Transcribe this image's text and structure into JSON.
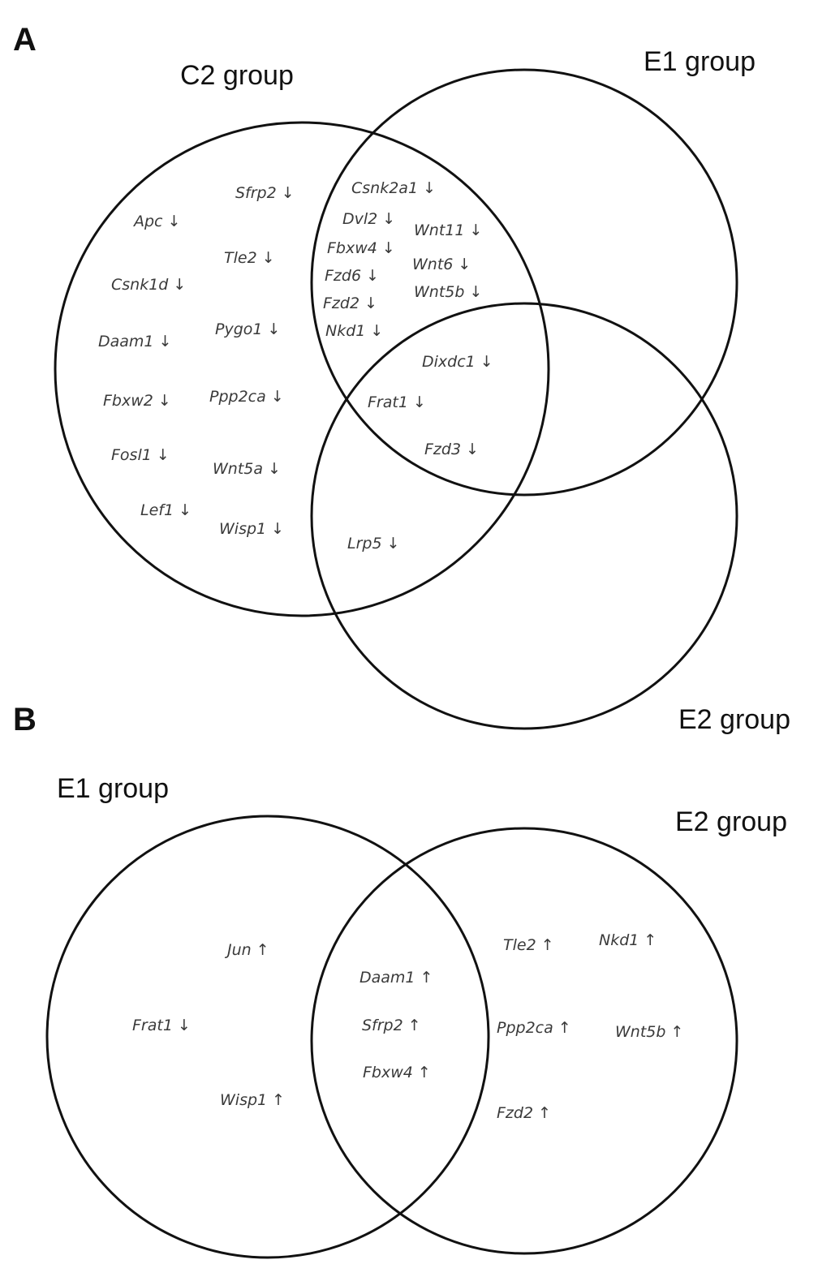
{
  "panels": [
    {
      "label": "A",
      "groups": [
        "C2 group",
        "E1 group",
        "E2 group"
      ],
      "genes": [
        {
          "name": "Sfrp2",
          "dir": "↓"
        },
        {
          "name": "Apc",
          "dir": "↓"
        },
        {
          "name": "Tle2",
          "dir": "↓"
        },
        {
          "name": "Csnk1d",
          "dir": "↓"
        },
        {
          "name": "Daam1",
          "dir": "↓"
        },
        {
          "name": "Pygo1",
          "dir": "↓"
        },
        {
          "name": "Fbxw2",
          "dir": "↓"
        },
        {
          "name": "Ppp2ca",
          "dir": "↓"
        },
        {
          "name": "Fosl1",
          "dir": "↓"
        },
        {
          "name": "Wnt5a",
          "dir": "↓"
        },
        {
          "name": "Lef1",
          "dir": "↓"
        },
        {
          "name": "Wisp1",
          "dir": "↓"
        },
        {
          "name": "Csnk2a1",
          "dir": "↓"
        },
        {
          "name": "Dvl2",
          "dir": "↓"
        },
        {
          "name": "Wnt11",
          "dir": "↓"
        },
        {
          "name": "Fbxw4",
          "dir": "↓"
        },
        {
          "name": "Wnt6",
          "dir": "↓"
        },
        {
          "name": "Fzd6",
          "dir": "↓"
        },
        {
          "name": "Wnt5b",
          "dir": "↓"
        },
        {
          "name": "Fzd2",
          "dir": "↓"
        },
        {
          "name": "Nkd1",
          "dir": "↓"
        },
        {
          "name": "Dixdc1",
          "dir": "↓"
        },
        {
          "name": "Frat1",
          "dir": "↓"
        },
        {
          "name": "Fzd3",
          "dir": "↓"
        },
        {
          "name": "Lrp5",
          "dir": "↓"
        }
      ]
    },
    {
      "label": "B",
      "groups": [
        "E1 group",
        "E2 group"
      ],
      "genes": [
        {
          "name": "Jun",
          "dir": "↑"
        },
        {
          "name": "Frat1",
          "dir": "↓"
        },
        {
          "name": "Wisp1",
          "dir": "↑"
        },
        {
          "name": "Daam1",
          "dir": "↑"
        },
        {
          "name": "Sfrp2",
          "dir": "↑"
        },
        {
          "name": "Fbxw4",
          "dir": "↑"
        },
        {
          "name": "Tle2",
          "dir": "↑"
        },
        {
          "name": "Nkd1",
          "dir": "↑"
        },
        {
          "name": "Ppp2ca",
          "dir": "↑"
        },
        {
          "name": "Wnt5b",
          "dir": "↑"
        },
        {
          "name": "Fzd2",
          "dir": "↑"
        }
      ]
    }
  ]
}
